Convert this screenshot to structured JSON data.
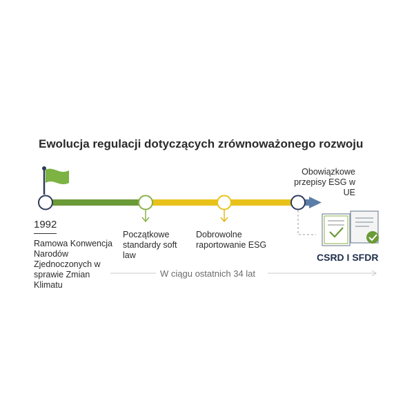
{
  "title": "Ewolucja regulacji dotyczących zrównoważonego rozwoju",
  "colors": {
    "green": "#6b9a38",
    "yellow": "#e8c21a",
    "navy": "#2e3a5a",
    "blue_arrow": "#5b7ea8",
    "flag": "#7cb342"
  },
  "timeline": {
    "start_year": "1992",
    "milestones": [
      {
        "label": "Ramowa Konwencja Narodów Zjednoczonych w sprawie Zmian Klimatu"
      },
      {
        "label": "Początkowe standardy soft law"
      },
      {
        "label": "Dobrowolne raportowanie ESG"
      },
      {
        "label": "Obowiązkowe przepisy ESG w UE"
      }
    ],
    "span_label": "W ciągu ostatnich 34 lat"
  },
  "documents": {
    "caption": "CSRD I SFDR"
  }
}
